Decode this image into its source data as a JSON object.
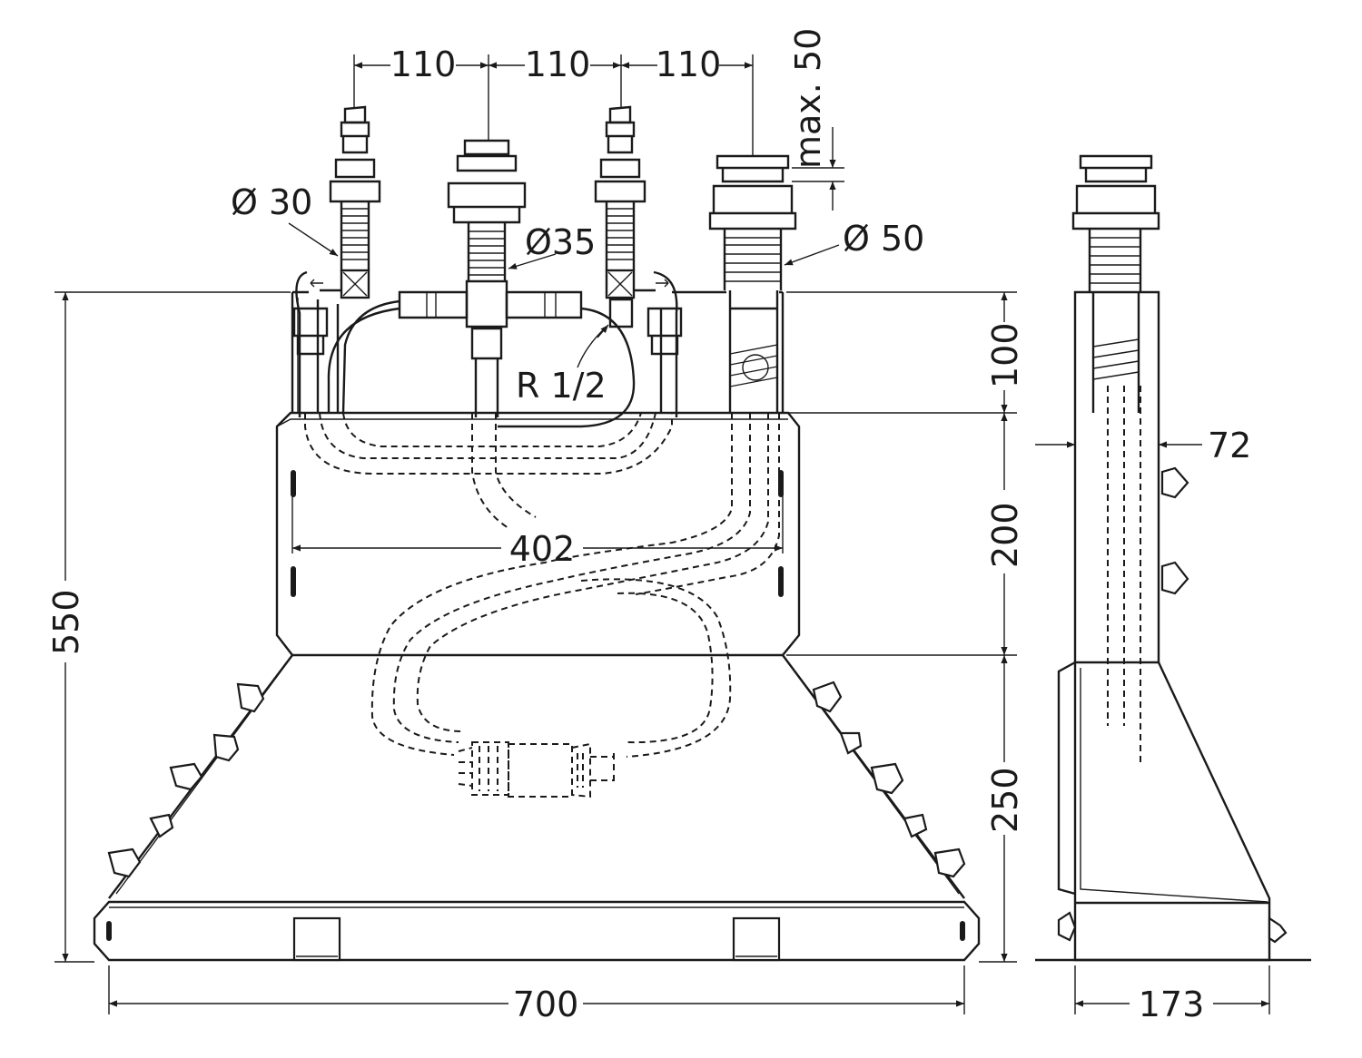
{
  "dimensions": {
    "spacing_1": "110",
    "spacing_2": "110",
    "spacing_3": "110",
    "max_50": "max. 50",
    "dia_30": "Ø 30",
    "dia_35": "Ø35",
    "dia_50": "Ø 50",
    "thread": "R 1/2",
    "height_100": "100",
    "height_200": "200",
    "height_250": "250",
    "height_total": "550",
    "width_inner": "402",
    "width_total": "700",
    "side_depth": "72",
    "side_width": "173"
  }
}
